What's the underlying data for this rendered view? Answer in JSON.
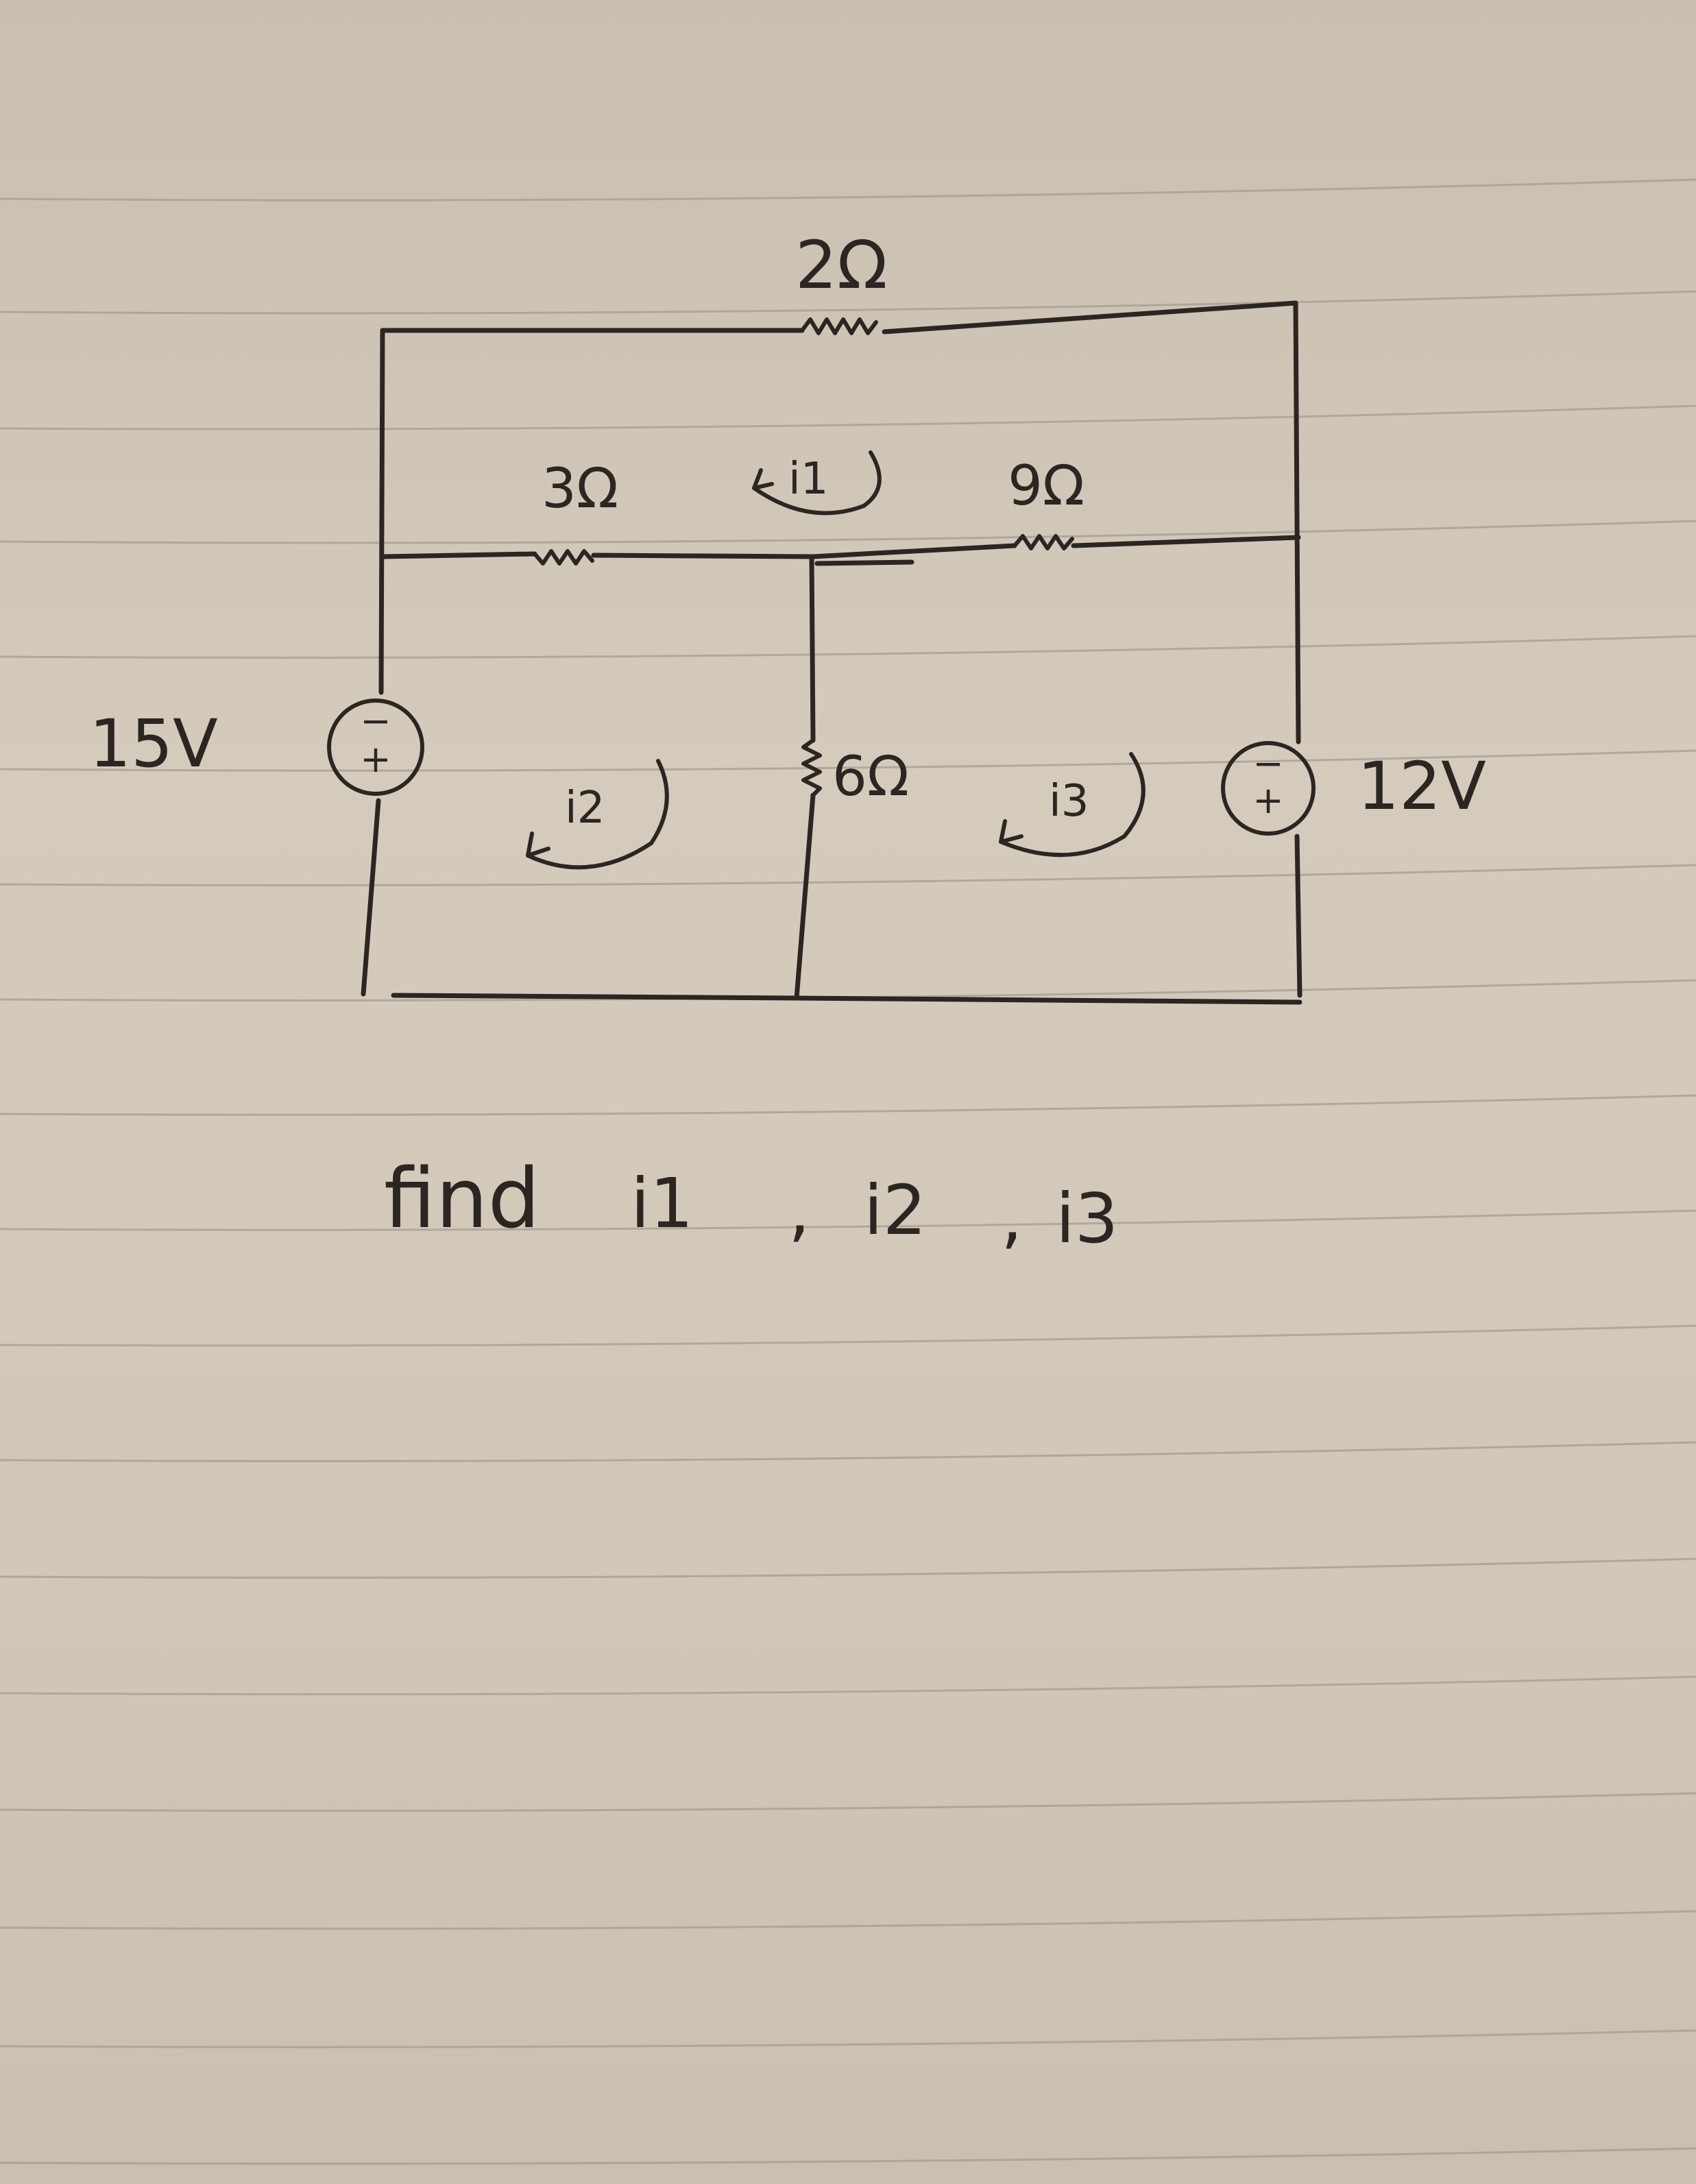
{
  "components": {
    "top_resistor": "2Ω",
    "left_resistor": "3Ω",
    "right_resistor": "9Ω",
    "middle_resistor": "6Ω",
    "left_source": "15V",
    "right_source": "12V",
    "source_plus": "+",
    "source_minus": "−"
  },
  "loops": {
    "loop1": "i1",
    "loop2": "i2",
    "loop3": "i3"
  },
  "question": {
    "word": "find",
    "c1": "i1",
    "sep1": ",",
    "c2": "i2",
    "sep2": ",",
    "c3": "i3"
  }
}
